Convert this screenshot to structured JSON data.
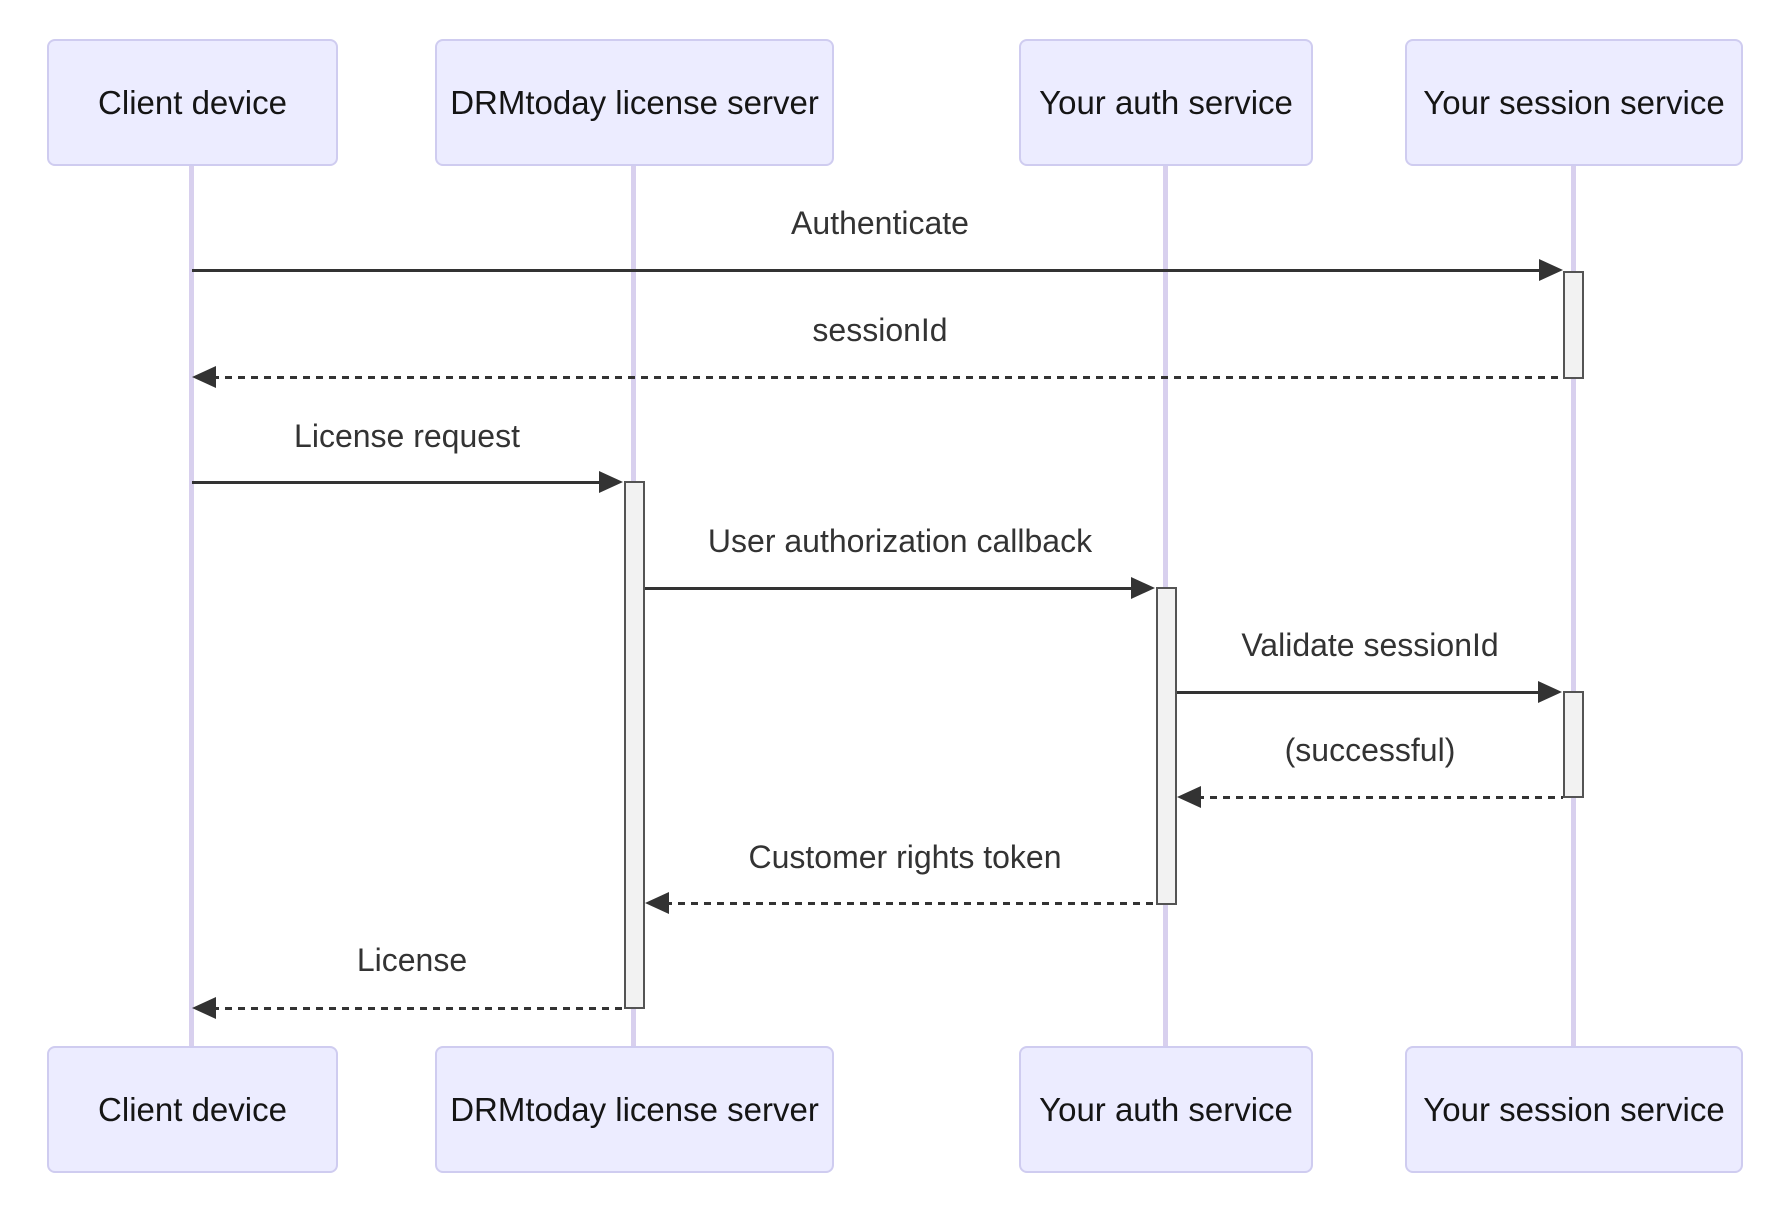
{
  "diagram": {
    "type": "sequence",
    "actors": [
      {
        "id": "client",
        "name": "Client device"
      },
      {
        "id": "drmtoday",
        "name": "DRMtoday license server"
      },
      {
        "id": "auth",
        "name": "Your auth service"
      },
      {
        "id": "session",
        "name": "Your session service"
      }
    ],
    "messages": [
      {
        "from": "client",
        "to": "session",
        "label": "Authenticate",
        "line": "solid",
        "direction": "right"
      },
      {
        "from": "session",
        "to": "client",
        "label": "sessionId",
        "line": "dashed",
        "direction": "left"
      },
      {
        "from": "client",
        "to": "drmtoday",
        "label": "License request",
        "line": "solid",
        "direction": "right"
      },
      {
        "from": "drmtoday",
        "to": "auth",
        "label": "User authorization callback",
        "line": "solid",
        "direction": "right"
      },
      {
        "from": "auth",
        "to": "session",
        "label": "Validate sessionId",
        "line": "solid",
        "direction": "right"
      },
      {
        "from": "session",
        "to": "auth",
        "label": "(successful)",
        "line": "dashed",
        "direction": "left"
      },
      {
        "from": "auth",
        "to": "drmtoday",
        "label": "Customer rights token",
        "line": "dashed",
        "direction": "left"
      },
      {
        "from": "drmtoday",
        "to": "client",
        "label": "License",
        "line": "dashed",
        "direction": "left"
      }
    ],
    "activations": [
      {
        "actor": "session",
        "from_message": "Authenticate",
        "to_message": "sessionId"
      },
      {
        "actor": "drmtoday",
        "from_message": "License request",
        "to_message": "License"
      },
      {
        "actor": "auth",
        "from_message": "User authorization callback",
        "to_message": "Customer rights token"
      },
      {
        "actor": "session",
        "from_message": "Validate sessionId",
        "to_message": "(successful)"
      }
    ],
    "colors": {
      "actor_fill": "#ECECFF",
      "actor_border": "#CFCCF0",
      "actor_text": "#151515",
      "lifeline": "#D8D0EE",
      "activation_fill": "#F2F2F2",
      "activation_border": "#545454",
      "arrow": "#333333",
      "text": "#333333",
      "background": "#FFFFFF"
    }
  }
}
